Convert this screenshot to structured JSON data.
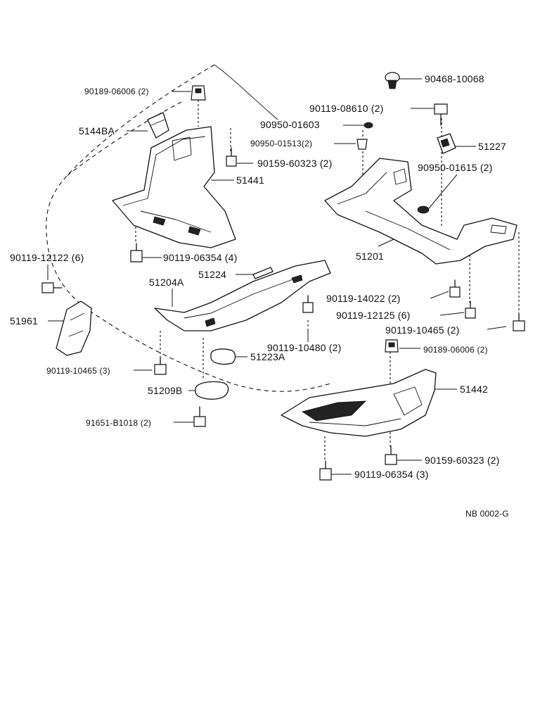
{
  "labels": {
    "p90189_06006_top": "90189-06006 (2)",
    "p5144BA": "5144BA",
    "p90950_01603": "90950-01603",
    "p90950_01513": "90950-01513(2)",
    "p90159_60323_top": "90159-60323 (2)",
    "p51441": "51441",
    "p90468_10068": "90468-10068",
    "p90119_08610": "90119-08610 (2)",
    "p51227": "51227",
    "p90950_01615": "90950-01615 (2)",
    "p51201": "51201",
    "p90119_12122": "90119-12122 (6)",
    "p90119_06354_4": "90119-06354 (4)",
    "p51224": "51224",
    "p51204A": "51204A",
    "p90119_14022": "90119-14022 (2)",
    "p90119_12125": "90119-12125 (6)",
    "p90119_10465_2": "90119-10465 (2)",
    "p51961": "51961",
    "p90119_10480": "90119-10480 (2)",
    "p90189_06006_bot": "90189-06006 (2)",
    "p90119_10465_3": "90119-10465 (3)",
    "p51223A": "51223A",
    "p51209B": "51209B",
    "p51442": "51442",
    "p91651_B1018": "91651-B1018 (2)",
    "p90159_60323_bot": "90159-60323 (2)",
    "p90119_06354_3": "90119-06354 (3)",
    "ref_code": "NB 0002-G"
  }
}
